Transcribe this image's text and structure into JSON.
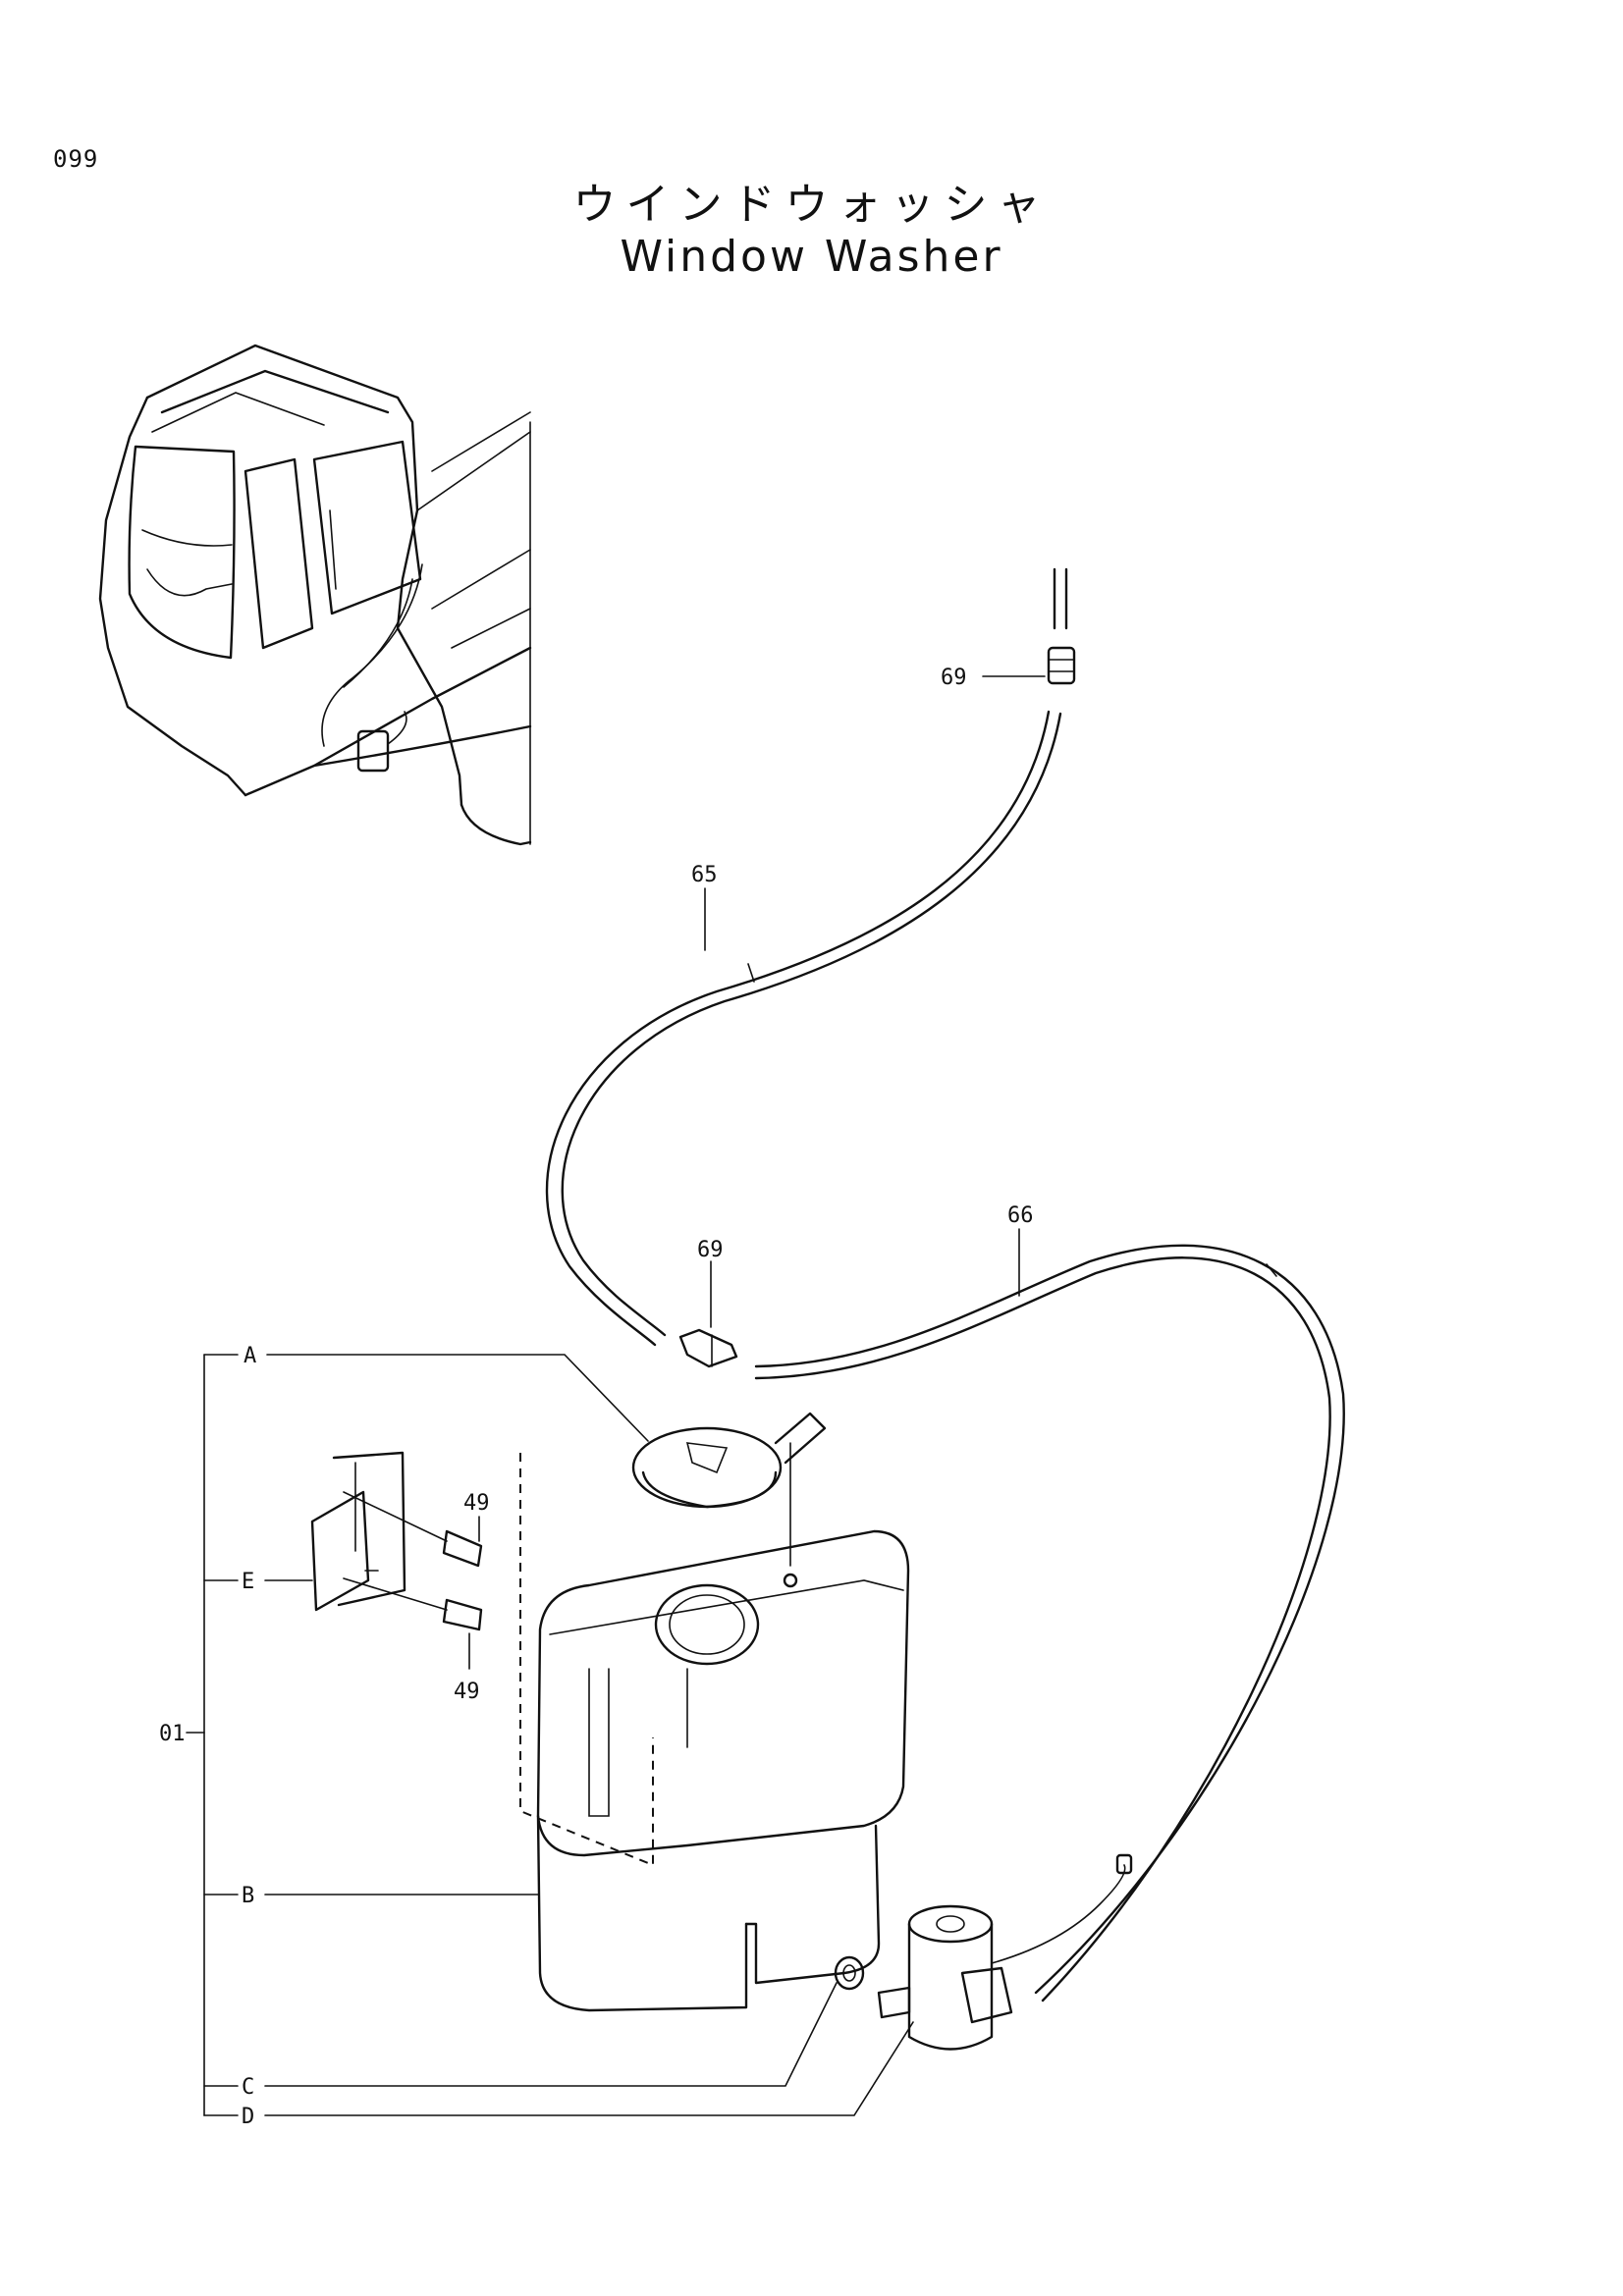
{
  "header": {
    "page_number": "099",
    "title_japanese": "ウインドウォッシャ",
    "title_english": "Window Washer"
  },
  "callouts": {
    "hose_upper": "65",
    "hose_lower": "66",
    "connector_top": "69",
    "connector_middle": "69",
    "bolt_upper": "49",
    "bolt_lower": "49",
    "assembly": "01",
    "sub_a": "A",
    "sub_b": "B",
    "sub_c": "C",
    "sub_d": "D",
    "sub_e": "E"
  }
}
